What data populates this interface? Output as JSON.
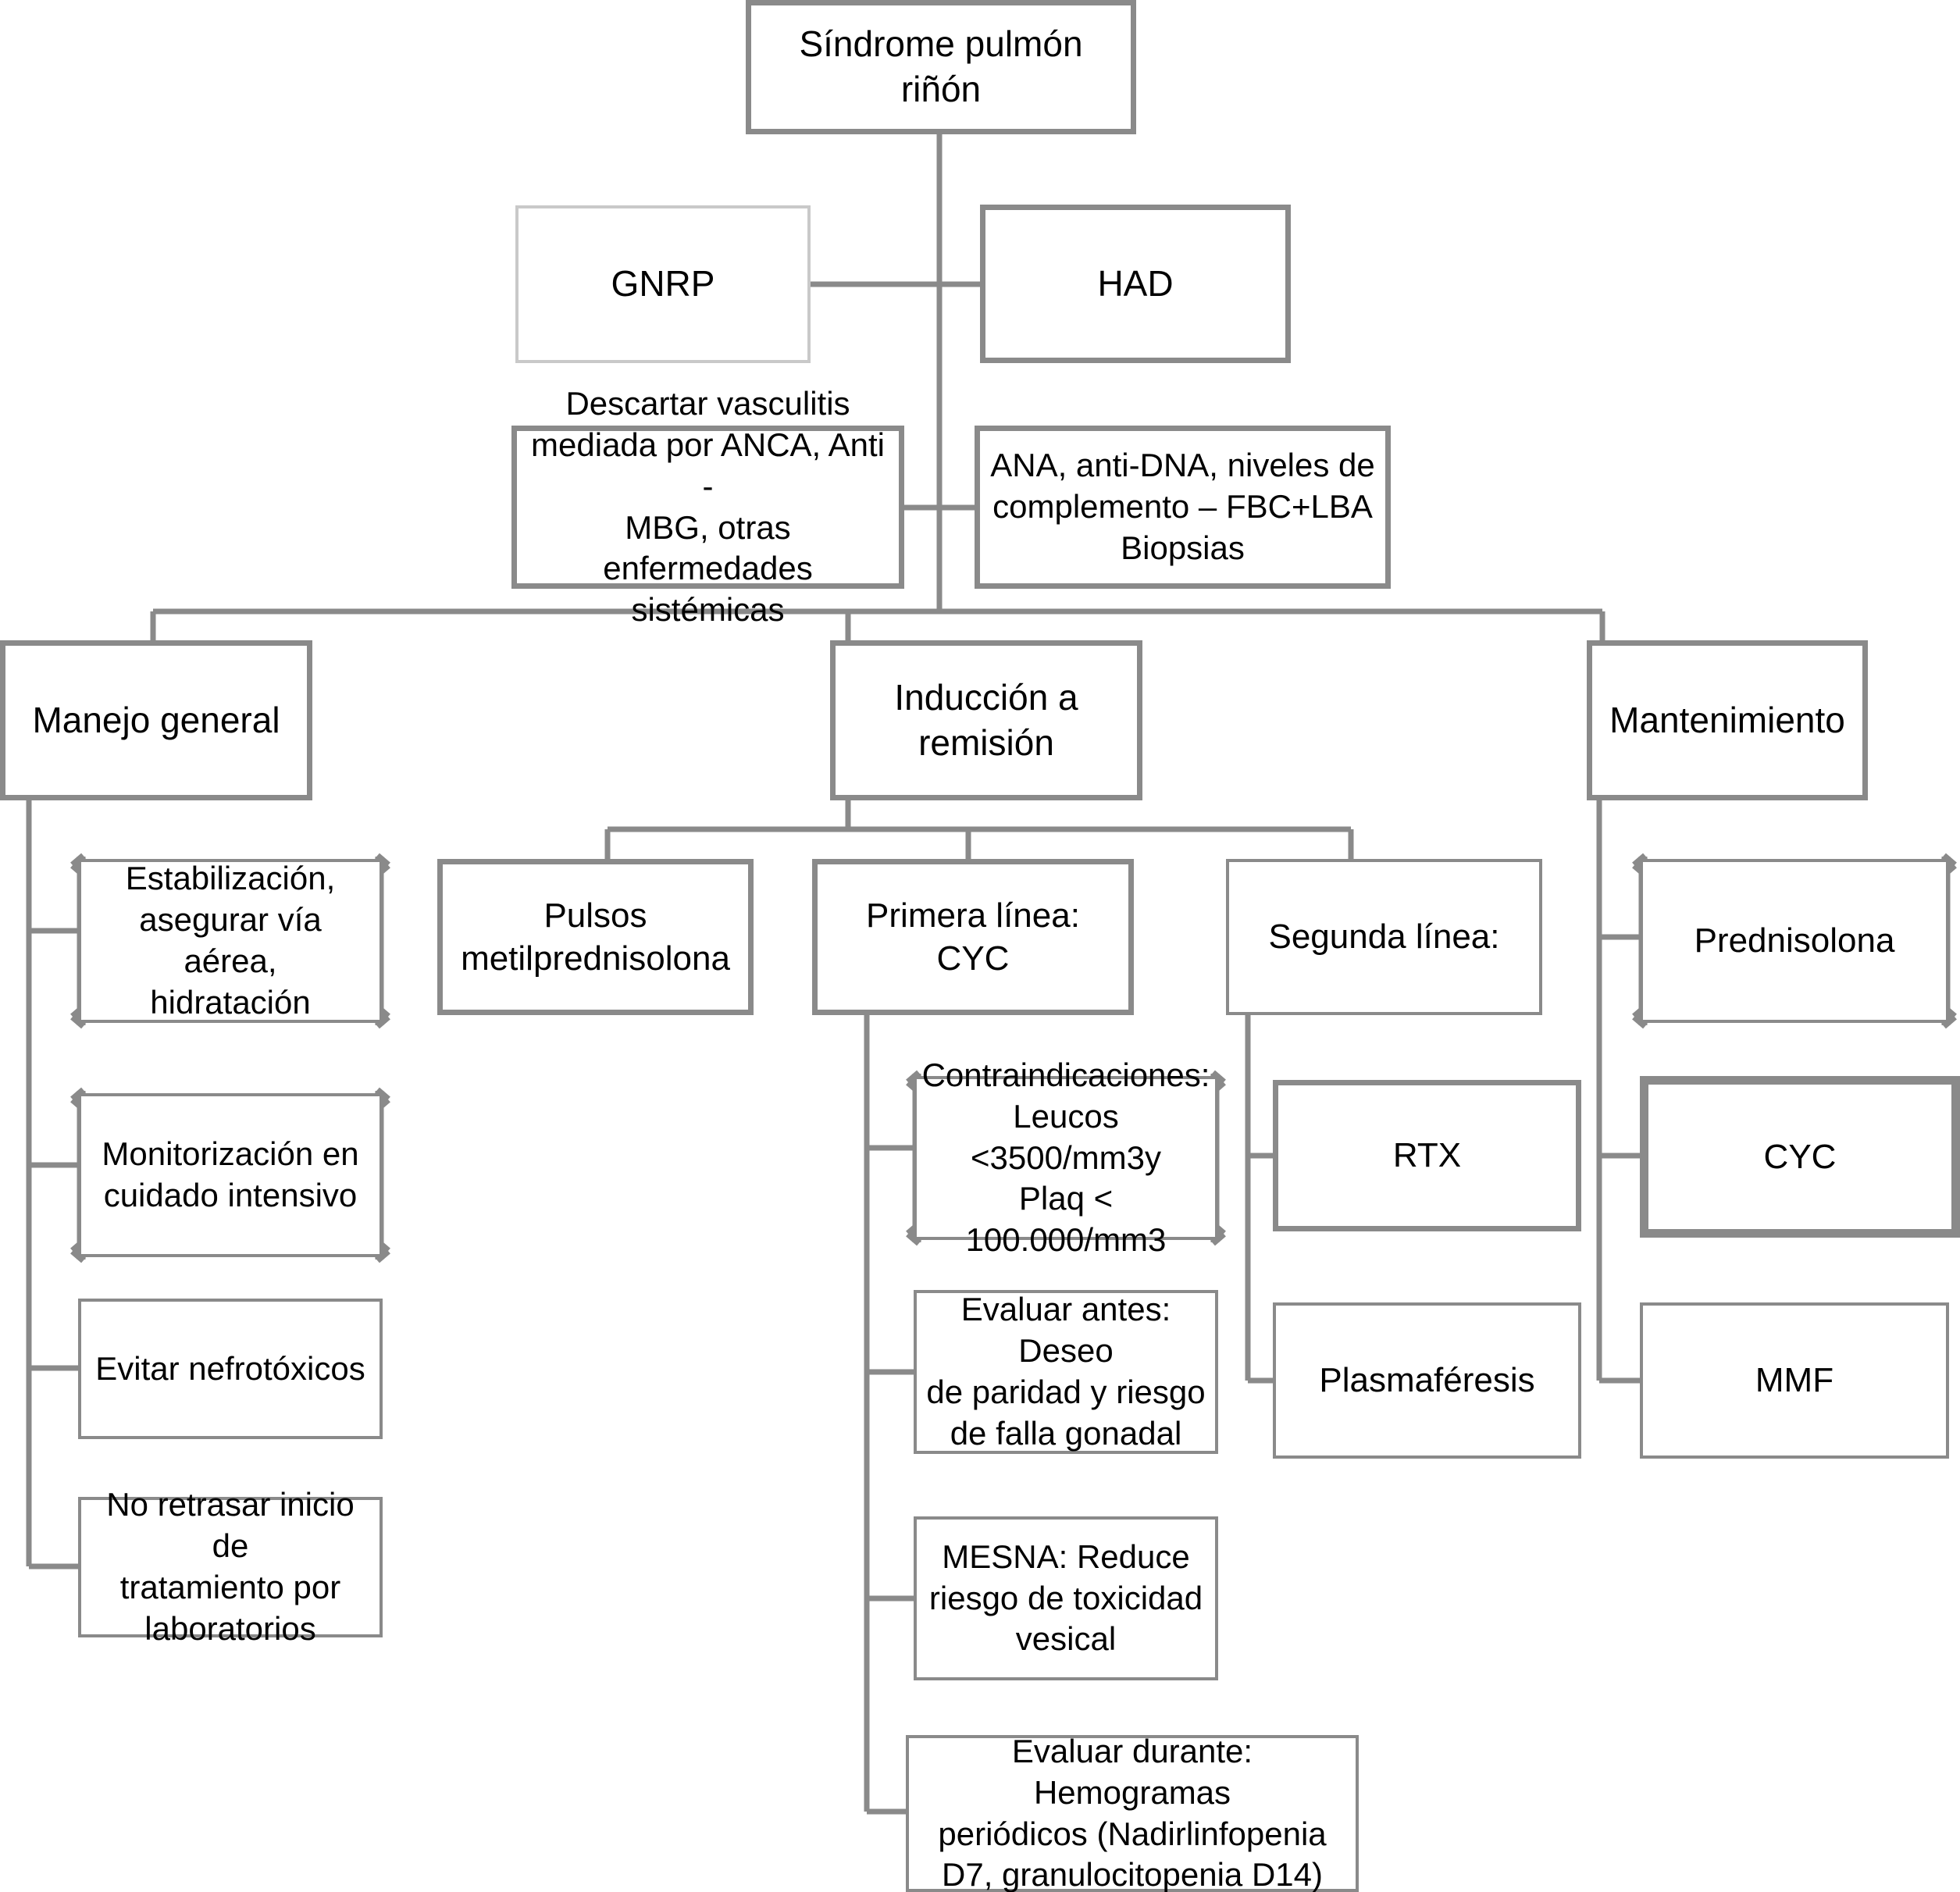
{
  "diagram": {
    "title": "Sindrome pulmon rinon - algoritmo de manejo",
    "colors": {
      "border": "#8a8a8a",
      "border_faint": "#c9c9c9",
      "text": "#000000",
      "background": "#ffffff"
    },
    "nodes": {
      "root": {
        "label": "Síndrome pulmón riñón"
      },
      "gnrp": {
        "label": "GNRP"
      },
      "had": {
        "label": "HAD"
      },
      "descartar": {
        "label": "Descartar vasculitis\nmediada por ANCA, Anti -\nMBG, otras enfermedades\nsistémicas"
      },
      "ana": {
        "label": "ANA, anti-DNA, niveles de\ncomplemento – FBC+LBA\nBiopsias"
      },
      "manejo_general": {
        "label": "Manejo general"
      },
      "induccion": {
        "label": "Inducción a remisión"
      },
      "mantenimiento": {
        "label": "Mantenimiento"
      },
      "estabilizacion": {
        "label": "Estabilización,\nasegurar vía aérea,\nhidratación"
      },
      "monitorizacion": {
        "label": "Monitorización en\ncuidado intensivo"
      },
      "evitar": {
        "label": "Evitar nefrotóxicos"
      },
      "no_retrasar": {
        "label": "No retrasar inicio de\ntratamiento por\nlaboratorios"
      },
      "pulsos": {
        "label": "Pulsos\nmetilprednisolona"
      },
      "primera_linea": {
        "label": "Primera línea: CYC"
      },
      "segunda_linea": {
        "label": "Segunda línea:"
      },
      "prednisolona": {
        "label": "Prednisolona"
      },
      "contraindicaciones": {
        "label": "Contraindicaciones:\nLeucos <3500/mm3y\nPlaq < 100.000/mm3"
      },
      "rtx": {
        "label": "RTX"
      },
      "cyc": {
        "label": "CYC"
      },
      "evaluar_antes": {
        "label": "Evaluar antes: Deseo\nde paridad y riesgo\nde falla gonadal"
      },
      "plasmaferesis": {
        "label": "Plasmaféresis"
      },
      "mmf": {
        "label": "MMF"
      },
      "mesna": {
        "label": "MESNA: Reduce\nriesgo de toxicidad\nvesical"
      },
      "evaluar_durante": {
        "label": "Evaluar durante: Hemogramas\nperiódicos (Nadirlinfopenia\nD7, granulocitopenia D14)"
      }
    }
  }
}
